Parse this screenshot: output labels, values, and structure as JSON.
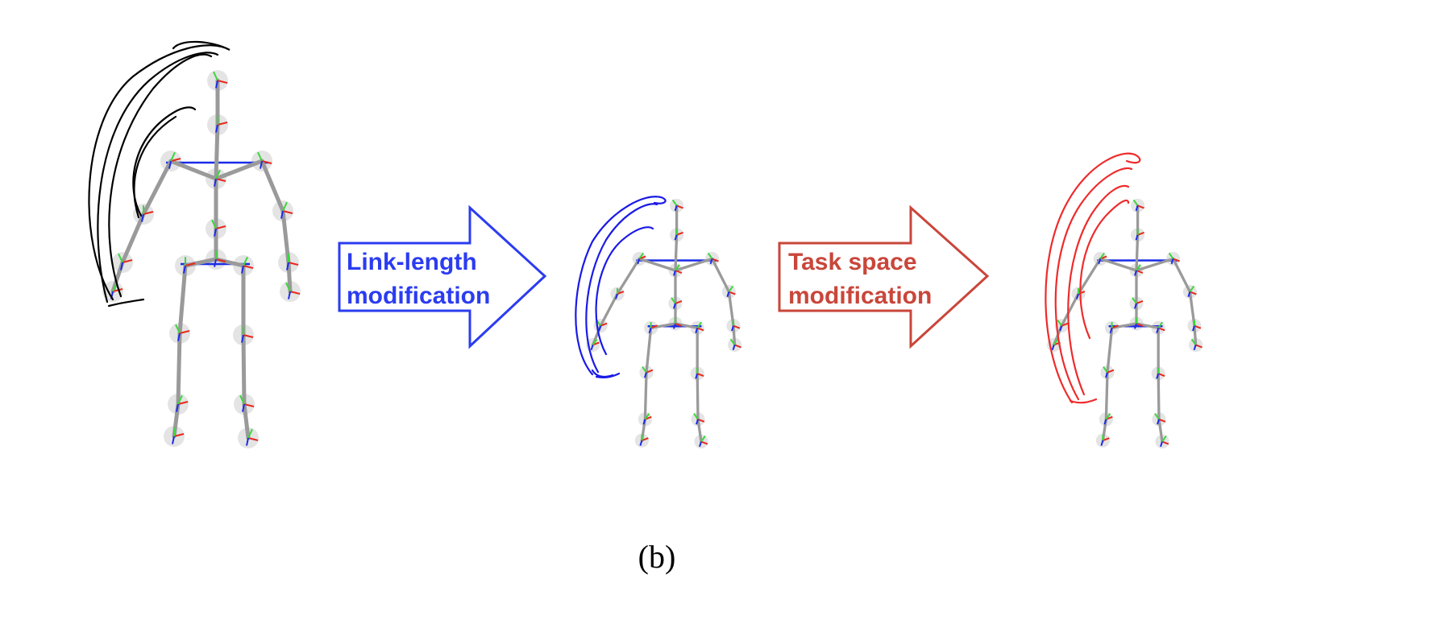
{
  "arrows": [
    {
      "id": "link-length",
      "lines": [
        "Link-length",
        "modification"
      ],
      "color": "#2b3cf0"
    },
    {
      "id": "task-space",
      "lines": [
        "Task space",
        "modification"
      ],
      "color": "#c9463a"
    }
  ],
  "caption": "(b)",
  "colors": {
    "bone": "#9a9a9a",
    "joint": "#e4e4e4",
    "axis_x": "#e8291c",
    "axis_y": "#3cd63c",
    "axis_z": "#1a2be8",
    "trajectory_original": "#000000",
    "trajectory_link_length": "#1a1ae6",
    "trajectory_task_space": "#ee2b2b"
  }
}
